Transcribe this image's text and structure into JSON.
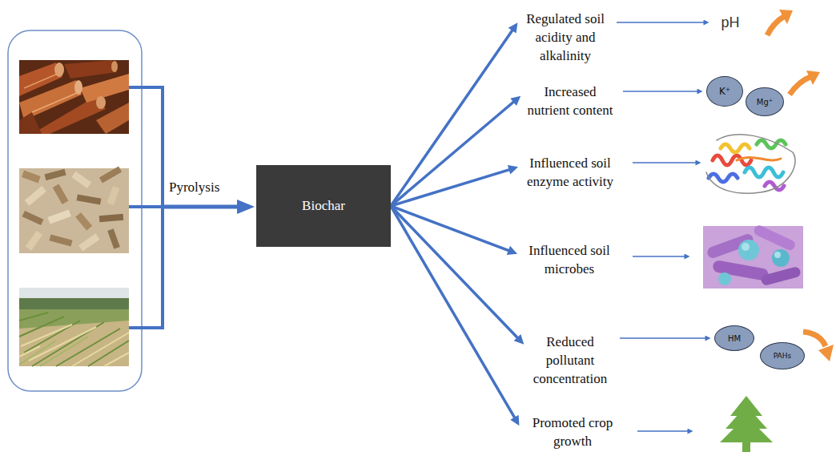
{
  "diagram": {
    "nodes": [
      {
        "text": [
          "Biochar"
        ]
      },
      {
        "text": [
          "Regulated soil acidity and alkalinity"
        ]
      },
      {
        "text": [
          "pH"
        ]
      },
      {
        "text": [
          "Increased nutrient content"
        ]
      },
      {
        "text": [
          "K⁺"
        ]
      },
      {
        "text": [
          "Mg⁺"
        ]
      },
      {
        "text": [
          "Influenced soil enzyme activity"
        ]
      },
      {
        "text": [
          "Influenced soil microbes"
        ]
      },
      {
        "text": [
          "Reduced pollutant concentration"
        ]
      },
      {
        "text": [
          "HM"
        ]
      },
      {
        "text": [
          "PAHs"
        ]
      },
      {
        "text": [
          "Promoted crop growth"
        ]
      }
    ],
    "edges": [
      {
        "from": 0,
        "to": 1,
        "arrow": "to"
      },
      {
        "from": 0,
        "to": 3,
        "arrow": "to"
      },
      {
        "from": 0,
        "to": 6,
        "arrow": "to"
      },
      {
        "from": 0,
        "to": 7,
        "arrow": "to"
      },
      {
        "from": 0,
        "to": 8,
        "arrow": "to"
      },
      {
        "from": 0,
        "to": 11,
        "arrow": "to"
      },
      {
        "from": 1,
        "to": 2,
        "arrow": "to"
      },
      {
        "from": 3,
        "to": 4,
        "arrow": "to"
      },
      {
        "from": 8,
        "to": 9,
        "arrow": "to"
      }
    ],
    "labels": [
      "Pyrolysis"
    ]
  }
}
